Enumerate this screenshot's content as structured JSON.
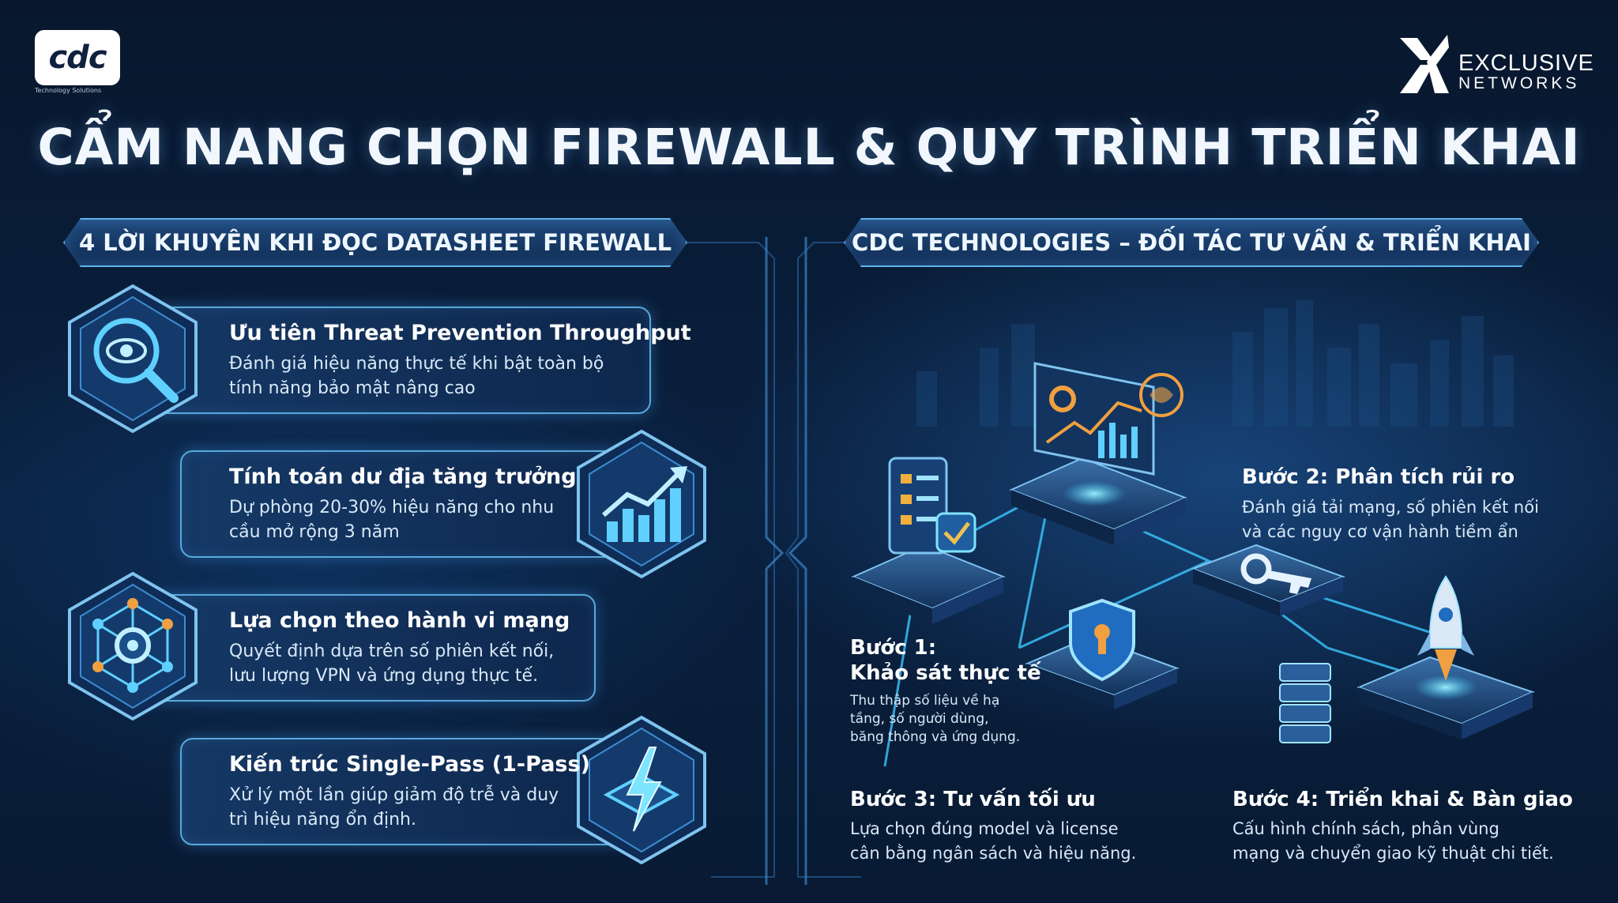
{
  "title": "CẨM NANG CHỌN FIREWALL & QUY TRÌNH TRIỂN KHAI",
  "logos": {
    "left": {
      "text": "cdc",
      "subtitle": "Technology Solutions"
    },
    "right": {
      "line1": "EXCLUSIVE",
      "line2": "NETWORKS"
    }
  },
  "left_section": {
    "header": "4 LỜI KHUYÊN KHI ĐỌC DATASHEET FIREWALL",
    "tips": [
      {
        "title": "Ưu tiên Threat Prevention Throughput",
        "line1": "Đánh giá hiệu năng thực tế khi bật toàn bộ",
        "line2": "tính năng bảo mật nâng cao",
        "icon": "magnifier-eye-icon"
      },
      {
        "title": "Tính toán dư địa tăng trưởng",
        "line1": "Dự phòng 20-30% hiệu năng cho nhu",
        "line2": "cầu mở rộng 3 năm",
        "icon": "growth-chart-icon"
      },
      {
        "title": "Lựa chọn theo hành vi mạng",
        "line1": "Quyết định dựa trên số phiên kết nối,",
        "line2": "lưu lượng VPN và ứng dụng thực tế.",
        "icon": "network-gear-icon"
      },
      {
        "title": "Kiến trúc Single-Pass (1-Pass)",
        "line1": "Xử lý một lần giúp giảm độ trễ và duy",
        "line2": "trì hiệu năng ổn định.",
        "icon": "lightning-chip-icon"
      }
    ]
  },
  "right_section": {
    "header": "CDC TECHNOLOGIES – ĐỐI TÁC TƯ VẤN & TRIỂN KHAI",
    "steps": [
      {
        "title_line1": "Bước 1:",
        "title_line2": "Khảo sát thực tế",
        "desc": [
          "Thu thập số liệu về hạ",
          "tầng, số người dùng,",
          "băng thông và ứng dụng."
        ]
      },
      {
        "title": "Bước 2: Phân tích rủi ro",
        "desc": [
          "Đánh giá tải mạng, số phiên kết nối",
          "và các nguy cơ vận hành tiềm ẩn"
        ]
      },
      {
        "title": "Bước 3: Tư vấn tối ưu",
        "desc": [
          "Lựa chọn đúng model và license",
          "cân bằng ngân sách và hiệu năng."
        ]
      },
      {
        "title": "Bước 4: Triển khai & Bàn giao",
        "desc": [
          "Cấu hình chính sách, phân vùng",
          "mạng và chuyển giao kỹ thuật chi tiết."
        ]
      }
    ]
  },
  "colors": {
    "accent": "#5fb4ea",
    "background": "#0a1c36",
    "glow": "#3cc8ff"
  }
}
